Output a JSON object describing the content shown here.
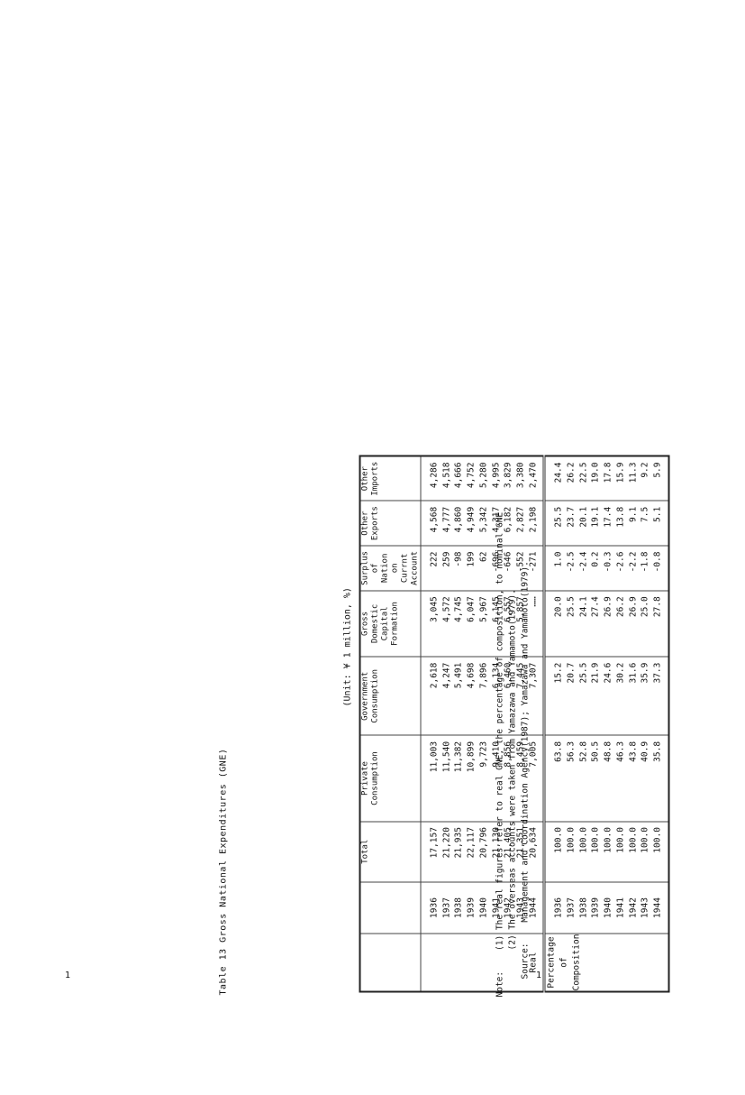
{
  "title": "Table 13   Gross National Expenditures (GNE)",
  "unit": "(Unit: ¥ 1 million, %)",
  "columns": [
    "",
    "",
    "Total",
    "Private Consumption",
    "Government Consumption",
    "Gross Domestic Capital Formation",
    "Surplus of Nation on Currnt Account",
    "Other Exports",
    "Other Imports"
  ],
  "years": [
    "1936",
    "1937",
    "1938",
    "1939",
    "1940",
    "1941",
    "1942",
    "1943",
    "1944"
  ],
  "real": {
    "label": "Real",
    "total": [
      "17,157",
      "21,220",
      "21,935",
      "22,117",
      "20,796",
      "21,130",
      "21,405",
      "21,351",
      "20,634"
    ],
    "private": [
      "11,003",
      "11,540",
      "11,382",
      "10,899",
      "9,723",
      "9,410",
      "8,856",
      "8,459",
      "7,005"
    ],
    "government": [
      "2,618",
      "4,247",
      "5,491",
      "4,698",
      "7,896",
      "6,134",
      "6,460",
      "7,445",
      "7,307"
    ],
    "capital": [
      "3,045",
      "4,572",
      "4,745",
      "6,047",
      "5,967",
      "6,145",
      "6,557",
      "5,857",
      "……"
    ],
    "surplus": [
      "222",
      "259",
      "-98",
      "199",
      "62",
      "-696",
      "-646",
      "-552",
      "-271"
    ],
    "exports": [
      "4,568",
      "4,777",
      "4,860",
      "4,949",
      "5,342",
      "4,317",
      "6,182",
      "2,827",
      "2,198"
    ],
    "imports": [
      "4,286",
      "4,518",
      "4,666",
      "4,752",
      "5,280",
      "4,995",
      "3,829",
      "3,380",
      "2,470"
    ]
  },
  "pct": {
    "label_lines": [
      "Percentage",
      "of",
      "Composition"
    ],
    "total": [
      "100.0",
      "100.0",
      "100.0",
      "100.0",
      "100.0",
      "100.0",
      "100.0",
      "100.0",
      "100.0"
    ],
    "private": [
      "63.8",
      "56.3",
      "52.8",
      "50.5",
      "48.8",
      "46.3",
      "43.8",
      "40.9",
      "35.8"
    ],
    "government": [
      "15.2",
      "20.7",
      "25.5",
      "21.9",
      "24.6",
      "30.2",
      "31.6",
      "35.9",
      "37.3"
    ],
    "capital": [
      "20.0",
      "25.5",
      "24.1",
      "27.4",
      "26.9",
      "26.2",
      "26.9",
      "25.0",
      "27.8"
    ],
    "surplus": [
      "1.0",
      "-2.5",
      "-2.4",
      "0.2",
      "-0.3",
      "-2.6",
      "-2.2",
      "-1.8",
      "-0.8"
    ],
    "exports": [
      "25.5",
      "23.7",
      "20.1",
      "19.1",
      "17.4",
      "13.8",
      "9.1",
      "7.5",
      "5.1"
    ],
    "imports": [
      "24.4",
      "26.2",
      "22.5",
      "19.0",
      "17.8",
      "15.9",
      "11.3",
      "9.2",
      "5.9"
    ]
  },
  "notes": {
    "note_label": "Note:",
    "note1": "(1) The real figures refer to real GNE, the percentage of composition, to nominal GNE",
    "note2": "(2)     The overseas accounts were taken from Yamazawa and Yamamoto(1979).",
    "source_label": "Source:",
    "source": "Management and Coordination Agency(1987); Yamazawa and Yamamoto(1979)."
  },
  "page_marks": {
    "left": "1",
    "right": "1"
  }
}
